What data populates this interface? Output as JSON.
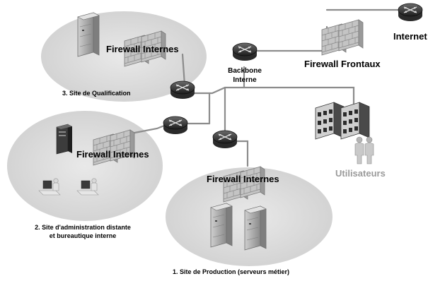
{
  "labels": {
    "internet": "Internet",
    "firewall_frontaux": "Firewall Frontaux",
    "backbone_line1": "Backbone",
    "backbone_line2": "Interne",
    "firewall_qualif": "Firewall Internes",
    "site_qualification": "3. Site de Qualification",
    "firewall_admin": "Firewall Internes",
    "site_admin_line1": "2. Site d'administration distante",
    "site_admin_line2": "et bureautique interne",
    "firewall_prod": "Firewall Internes",
    "site_production": "1. Site  de Production (serveurs métier)",
    "utilisateurs": "Utilisateurs"
  },
  "colors": {
    "zone_fill": "#d9d9d9",
    "link_line": "#8c8c8c",
    "router": "#3a3a3a",
    "firewall": "#bdbdbd",
    "server": "#a9a9a9",
    "utilisateurs_text": "#9a9a9a"
  },
  "icons": [
    "router-icon",
    "firewall-icon",
    "server-icon",
    "building-icon",
    "user-icon",
    "workstation-icon"
  ]
}
